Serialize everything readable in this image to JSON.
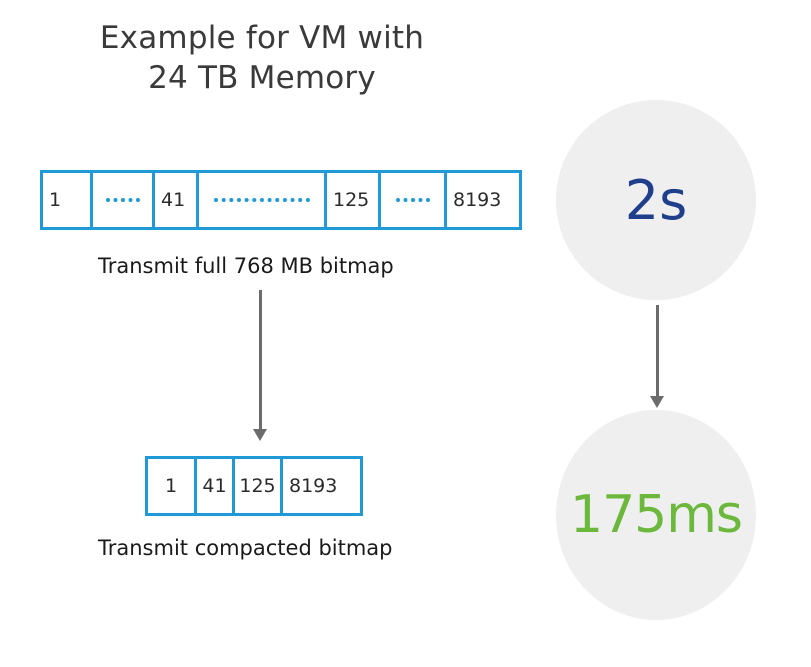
{
  "title": {
    "line1": "Example for VM with",
    "line2": "24 TB Memory"
  },
  "full_bitmap": {
    "cells": [
      "1",
      "41",
      "125",
      "8193"
    ],
    "caption": "Transmit full 768 MB bitmap"
  },
  "compact_bitmap": {
    "cells": [
      "1",
      "41",
      "125",
      "8193"
    ],
    "caption": "Transmit compacted bitmap"
  },
  "times": {
    "before": "2s",
    "after": "175ms"
  },
  "colors": {
    "bitmap_border": "#1f9ad6",
    "before_text": "#1f3f8c",
    "after_text": "#6bb83c",
    "circle_fill": "#efefef",
    "arrow": "#6b6b6b"
  }
}
